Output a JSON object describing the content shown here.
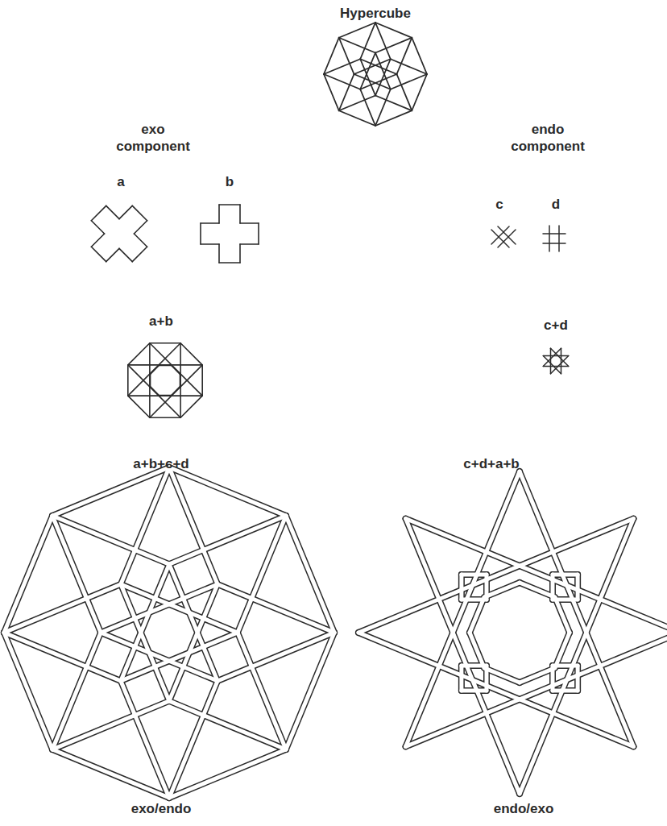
{
  "diagram": {
    "title": "Hypercube",
    "labels": [
      "exo component",
      "endo component",
      "a",
      "b",
      "c",
      "d",
      "a+b",
      "c+d",
      "a+b+c+d",
      "c+d+a+b",
      "exo/endo",
      "endo/exo"
    ]
  }
}
